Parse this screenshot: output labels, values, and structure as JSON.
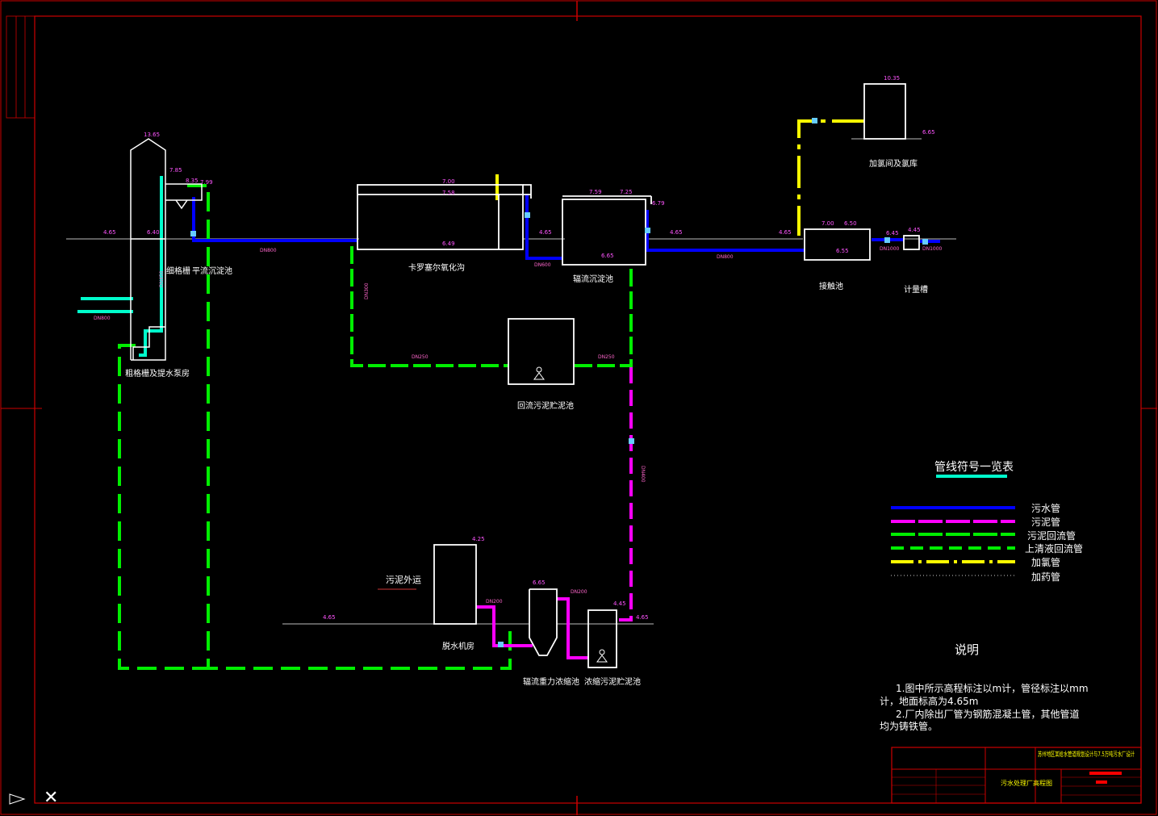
{
  "structures": {
    "lift_pump": "粗格栅及提水泵房",
    "fine_screen": "细格栅",
    "grit": "平流沉淀池",
    "carrousel": "卡罗塞尔氧化沟",
    "clarifier": "辐流沉淀池",
    "return_sludge": "回流污泥贮泥池",
    "dewater": "脱水机房",
    "thickener": "辐流重力浓缩池",
    "sludge_storage": "浓缩污泥贮泥池",
    "contact": "接触池",
    "meter": "计量槽",
    "chlorine": "加氯间及氯库",
    "sludge_out": "污泥外运"
  },
  "elevations": [
    "4.65",
    "13.65",
    "8.35",
    "7.99",
    "7.85",
    "6.40",
    "7.00",
    "7.58",
    "6.49",
    "4.65",
    "7.59",
    "7.25",
    "6.79",
    "6.65",
    "4.65",
    "7.00",
    "6.50",
    "6.55",
    "6.45",
    "4.45",
    "4.65",
    "10.35",
    "6.65",
    "4.25",
    "4.65",
    "4.65",
    "6.65",
    "4.45"
  ],
  "diameters": [
    "DN800",
    "DN600",
    "DN800",
    "DN1000",
    "DN1000",
    "DN250",
    "DN250",
    "DN200",
    "DN200",
    "DN450",
    "DN800",
    "DN300",
    "DN400"
  ],
  "legend": {
    "title": "管线符号一览表",
    "items": [
      {
        "label": "污水管",
        "color": "#0000ff"
      },
      {
        "label": "污泥管",
        "color": "#ff00ff"
      },
      {
        "label": "污泥回流管",
        "color": "#00ee00"
      },
      {
        "label": "上清液回流管",
        "color": "#00ee00"
      },
      {
        "label": "加氯管",
        "color": "#ffff00"
      },
      {
        "label": "加药管",
        "color": "#cccccc"
      }
    ]
  },
  "notes": {
    "title": "说明",
    "lines": [
      "1.图中所示高程标注以m计，管径标注以mm",
      "计，地面标高为4.65m",
      "2.厂内除出厂管为钢筋混凝土管，其他管道",
      "均为铸铁管。"
    ]
  },
  "title_block": {
    "project": "苏州地区某给水管道规划设计与7.5万吨污水厂设计",
    "drawing": "污水处理厂高程图"
  }
}
